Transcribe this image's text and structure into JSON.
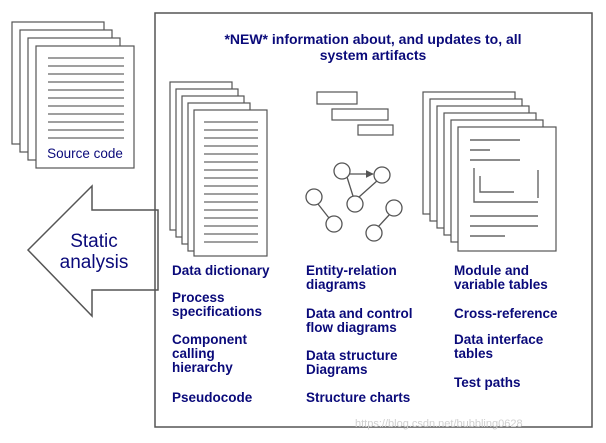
{
  "heading": "*NEW* information about, and updates to, all\nsystem artifacts",
  "source_label": "Source code",
  "arrow_label": "Static\nanalysis",
  "col1": {
    "item1": "Data dictionary",
    "item2": "Process\nspecifications",
    "item3": "Component\ncalling\nhierarchy",
    "item4": "Pseudocode"
  },
  "col2": {
    "item1": "Entity-relation\ndiagrams",
    "item2": "Data and control\nflow diagrams",
    "item3": "Data structure\nDiagrams",
    "item4": "Structure charts"
  },
  "col3": {
    "item1": "Module and\nvariable tables",
    "item2": "Cross-reference",
    "item3": "Data interface\ntables",
    "item4": "Test paths"
  },
  "watermark": "https://blog.csdn.net/bubbling0628",
  "colors": {
    "text": "#0a0a7a",
    "stroke": "#555555",
    "fill": "#ffffff"
  }
}
